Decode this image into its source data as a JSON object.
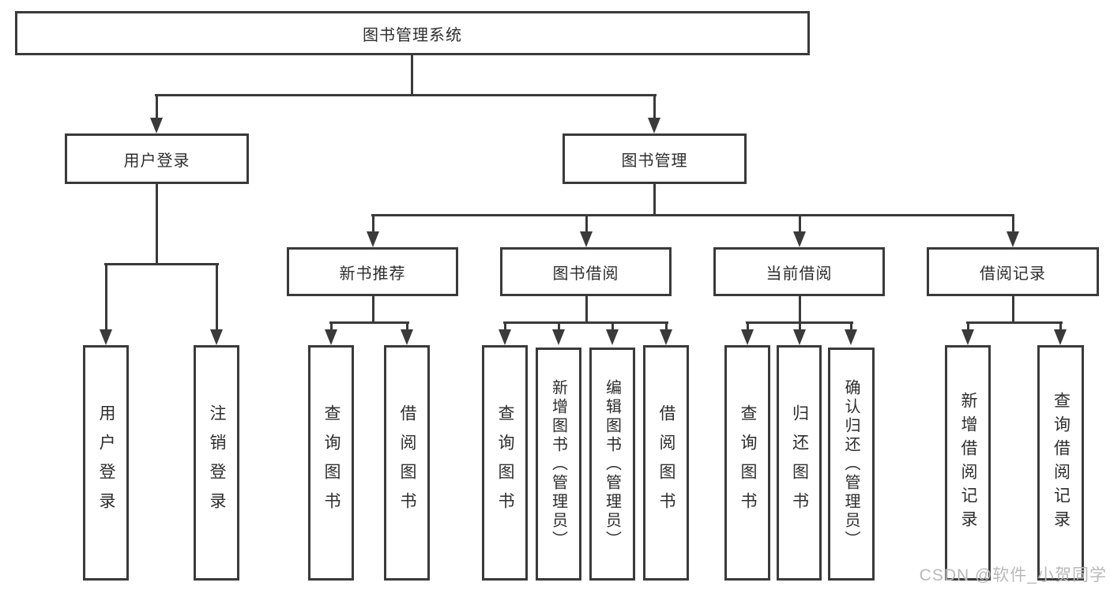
{
  "diagram": {
    "title": "图书管理系统",
    "level2": [
      "用户登录",
      "图书管理"
    ],
    "level3": [
      "新书推荐",
      "图书借阅",
      "当前借阅",
      "借阅记录"
    ],
    "leaves": {
      "login": [
        "用户登录",
        "注销登录"
      ],
      "recommend": [
        "查询图书",
        "借阅图书"
      ],
      "borrow": [
        "查询图书",
        "新增图书（管理员）",
        "编辑图书（管理员）",
        "借阅图书"
      ],
      "current": [
        "查询图书",
        "归还图书",
        "确认归还（管理员）"
      ],
      "records": [
        "新增借阅记录",
        "查询借阅记录"
      ]
    }
  },
  "watermark": "CSDN @软件_小贺同学",
  "colors": {
    "line": "#3a3a3a",
    "text": "#2d2d2d",
    "box_fill": "#ffffff",
    "watermark": "#b9b9b9",
    "background": "#ffffff"
  }
}
